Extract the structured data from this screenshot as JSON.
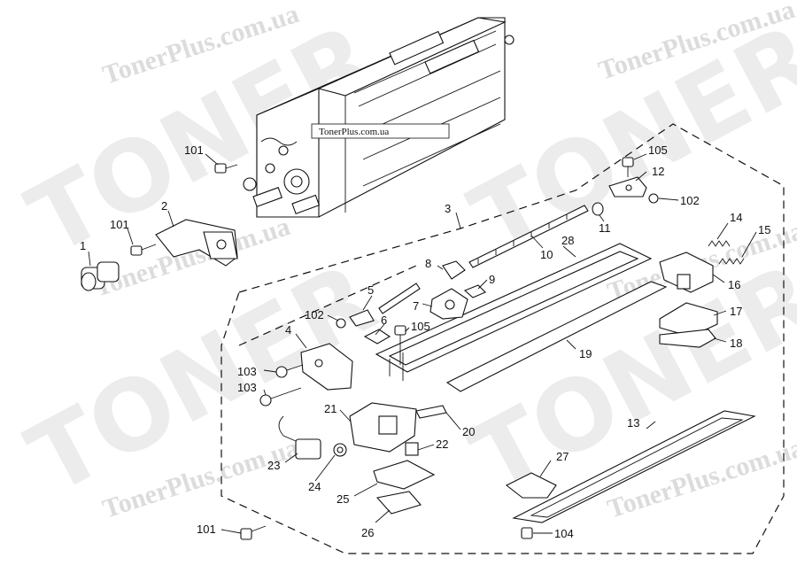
{
  "watermark": {
    "text": "TonerPlus.com.ua",
    "logo": "TONER"
  },
  "caption": "TonerPlus.com.ua",
  "callouts": [
    {
      "id": "c1",
      "label": "1"
    },
    {
      "id": "c2",
      "label": "2"
    },
    {
      "id": "c3",
      "label": "3"
    },
    {
      "id": "c4",
      "label": "4"
    },
    {
      "id": "c5",
      "label": "5"
    },
    {
      "id": "c6",
      "label": "6"
    },
    {
      "id": "c7",
      "label": "7"
    },
    {
      "id": "c8",
      "label": "8"
    },
    {
      "id": "c9",
      "label": "9"
    },
    {
      "id": "c10",
      "label": "10"
    },
    {
      "id": "c11",
      "label": "11"
    },
    {
      "id": "c12",
      "label": "12"
    },
    {
      "id": "c13",
      "label": "13"
    },
    {
      "id": "c14",
      "label": "14"
    },
    {
      "id": "c15",
      "label": "15"
    },
    {
      "id": "c16",
      "label": "16"
    },
    {
      "id": "c17",
      "label": "17"
    },
    {
      "id": "c18",
      "label": "18"
    },
    {
      "id": "c19",
      "label": "19"
    },
    {
      "id": "c20",
      "label": "20"
    },
    {
      "id": "c21",
      "label": "21"
    },
    {
      "id": "c22",
      "label": "22"
    },
    {
      "id": "c23",
      "label": "23"
    },
    {
      "id": "c24",
      "label": "24"
    },
    {
      "id": "c25",
      "label": "25"
    },
    {
      "id": "c26",
      "label": "26"
    },
    {
      "id": "c27",
      "label": "27"
    },
    {
      "id": "c28",
      "label": "28"
    },
    {
      "id": "c101a",
      "label": "101"
    },
    {
      "id": "c101b",
      "label": "101"
    },
    {
      "id": "c101c",
      "label": "101"
    },
    {
      "id": "c102a",
      "label": "102"
    },
    {
      "id": "c102b",
      "label": "102"
    },
    {
      "id": "c103a",
      "label": "103"
    },
    {
      "id": "c103b",
      "label": "103"
    },
    {
      "id": "c104",
      "label": "104"
    },
    {
      "id": "c105a",
      "label": "105"
    },
    {
      "id": "c105b",
      "label": "105"
    }
  ]
}
